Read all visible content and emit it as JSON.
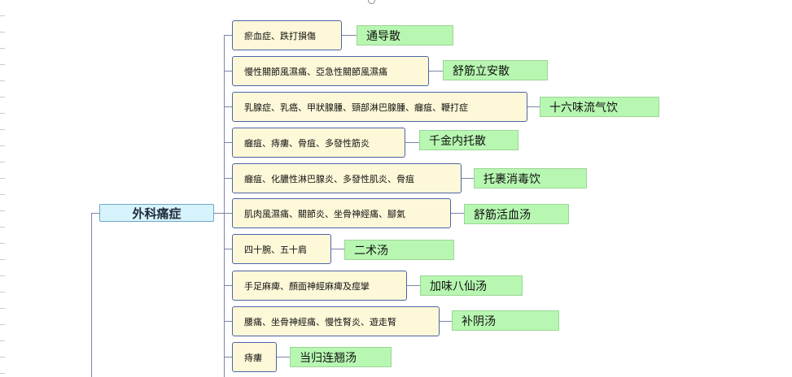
{
  "root": {
    "label": "外科痛症"
  },
  "branches": [
    {
      "condition": "瘀血症、跌打損傷",
      "remedy": "通导散"
    },
    {
      "condition": "慢性關節風濕痛、亞急性關節風濕痛",
      "remedy": "舒筋立安散"
    },
    {
      "condition": "乳腺症、乳癌、甲狀腺腫、頸部淋巴腺腫、癰疽、鞭打症",
      "remedy": "十六味流气饮"
    },
    {
      "condition": "癰疽、痔瘻、骨疽、多發性筋炎",
      "remedy": "千金内托散"
    },
    {
      "condition": "癰疽、化膿性淋巴腺炎、多發性肌炎、骨疽",
      "remedy": "托裹消毒饮"
    },
    {
      "condition": "肌肉風濕痛、關節炎、坐骨神經痛、腳氣",
      "remedy": "舒筋活血汤"
    },
    {
      "condition": "四十腕、五十肩",
      "remedy": "二术汤"
    },
    {
      "condition": "手足麻痺、顏面神經麻痺及痙攣",
      "remedy": "加味八仙汤"
    },
    {
      "condition": "腰痛、坐骨神經痛、慢性腎炎、遊走腎",
      "remedy": "补阴汤"
    },
    {
      "condition": "痔瘻",
      "remedy": "当归连翘汤"
    }
  ]
}
